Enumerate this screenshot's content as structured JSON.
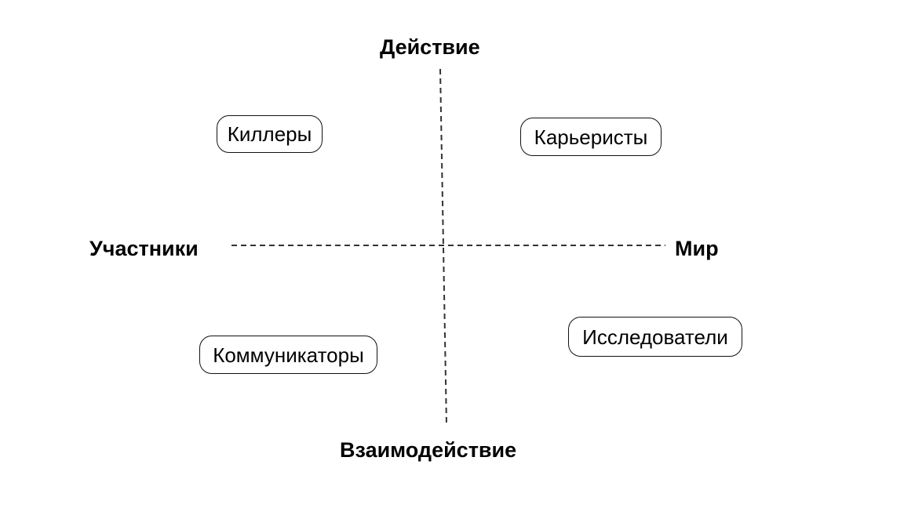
{
  "axes": {
    "top": "Действие",
    "bottom": "Взаимодействие",
    "left": "Участники",
    "right": "Мир"
  },
  "quadrants": {
    "top_left": "Киллеры",
    "top_right": "Карьеристы",
    "bottom_left": "Коммуникаторы",
    "bottom_right": "Исследователи"
  }
}
